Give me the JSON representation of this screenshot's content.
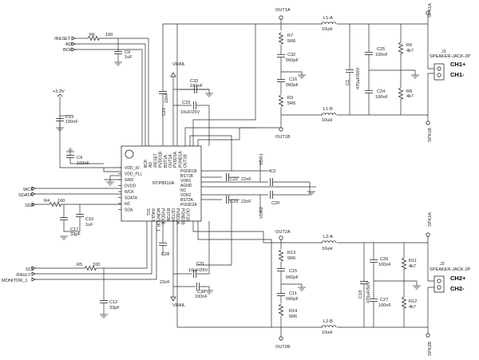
{
  "chip": {
    "name": "NTP8910A",
    "left_pins": [
      "VDD_IO",
      "VDD_PLL",
      "GND",
      "DVDD",
      "WCK",
      "SDATA",
      "NC",
      "SDA"
    ],
    "right_pins": [
      "PGND1B",
      "BST1B",
      "VDR1",
      "AGND",
      "NC",
      "VDR2",
      "BST2A",
      "PGND2A"
    ],
    "top_pins": [
      "BCK",
      "AD",
      "/RESET",
      "PVDD1B",
      "BST1A",
      "OUT1A",
      "PVDD1A",
      "PGND1A",
      "OUT1B"
    ],
    "bottom_pins": [
      "SCL",
      "/FAULT",
      "MONITOR_1",
      "PVDD2B",
      "BST2B",
      "OUT2A",
      "PVDD2A",
      "PGND2B",
      "OUT2B"
    ]
  },
  "signals": {
    "reset": "/RESET",
    "ad": "AD",
    "bck": "BCK",
    "wck": "WCK",
    "sdata": "SDATA",
    "sda": "SDA",
    "scl": "SCL",
    "fault": "/FAULT",
    "monitor": "MONITOR_1",
    "v33": "+3.3V",
    "vrail_top": "VRAIL",
    "vrail_bot": "VRAIL",
    "vdr1": "VDR1",
    "vdr2": "VDR2",
    "out1a": "OUT1A",
    "out1b": "OUT1B",
    "out2a": "OUT2A",
    "out2b": "OUT2B",
    "spk1a": "SPK1A",
    "spk1b": "SPK1B",
    "spk2a": "SPK2A",
    "spk2b": "SPK2B"
  },
  "components": {
    "r6": "R6",
    "r6v": "100",
    "c9": "C9",
    "c9v": "1uF",
    "c13": "C13",
    "c13v": "100nF",
    "c4": "C4",
    "c4v": "100nF",
    "r4": "R4",
    "r4v": "100",
    "c10": "C10",
    "c10v": "1uF",
    "c17": "C17",
    "c17v": "33pF",
    "r5": "R5",
    "r5v": "100",
    "c12": "C12",
    "c12v": "33pF",
    "c33": "C33",
    "c33v": "100nF",
    "c23": "C23",
    "c23v": "10uF/25V",
    "c21": "C21",
    "c21v": "22nF",
    "c31": "C31",
    "c31v": "10uF/25V",
    "c38": "C38",
    "c38v": "100nF",
    "c28": "C28",
    "c28v": "22nF",
    "c22": "C22",
    "c22v": "22nF",
    "c29": "C29",
    "c29v": "22nF",
    "c3": "C3",
    "c20": "C20",
    "r7": "R7",
    "r7v": "5R6",
    "c32": "C32",
    "c32v": "560pF",
    "c16": "C16",
    "c16v": "560pF",
    "r3": "R3",
    "r3v": "5R6",
    "r13": "R13",
    "r13v": "5R6",
    "c15": "C15",
    "c15v": "560pF",
    "c11": "C11",
    "c11v": "560pF",
    "r14": "R14",
    "r14v": "5R6",
    "l1a": "L1-A",
    "l1av": "10uH",
    "l1b": "L1-B",
    "l1bv": "10uH",
    "l2a": "L2-A",
    "l2av": "10uH",
    "l2b": "L2-B",
    "l2bv": "10uH",
    "c1": "C1",
    "c1v": "470uF/50V",
    "c25": "C25",
    "c25v": "100nF",
    "c24": "C24",
    "c24v": "100nF",
    "r9": "R9",
    "r9v": "4k7",
    "r8": "R8",
    "r8v": "4k7",
    "c18": "C18",
    "c18v": "470uF/50V",
    "c26": "C26",
    "c26v": "100nF",
    "c27": "C27",
    "c27v": "100nF",
    "r11": "R11",
    "r11v": "4k7",
    "r12": "R12",
    "r12v": "4k7",
    "j1": "J1",
    "j1v": "SPEAKER-JACK-2P",
    "j2": "J2",
    "j2v": "SPEAKER-JACK-2P",
    "ch1p": "CH1+",
    "ch1m": "CH1-",
    "ch2p": "CH2+",
    "ch2m": "CH2-"
  }
}
